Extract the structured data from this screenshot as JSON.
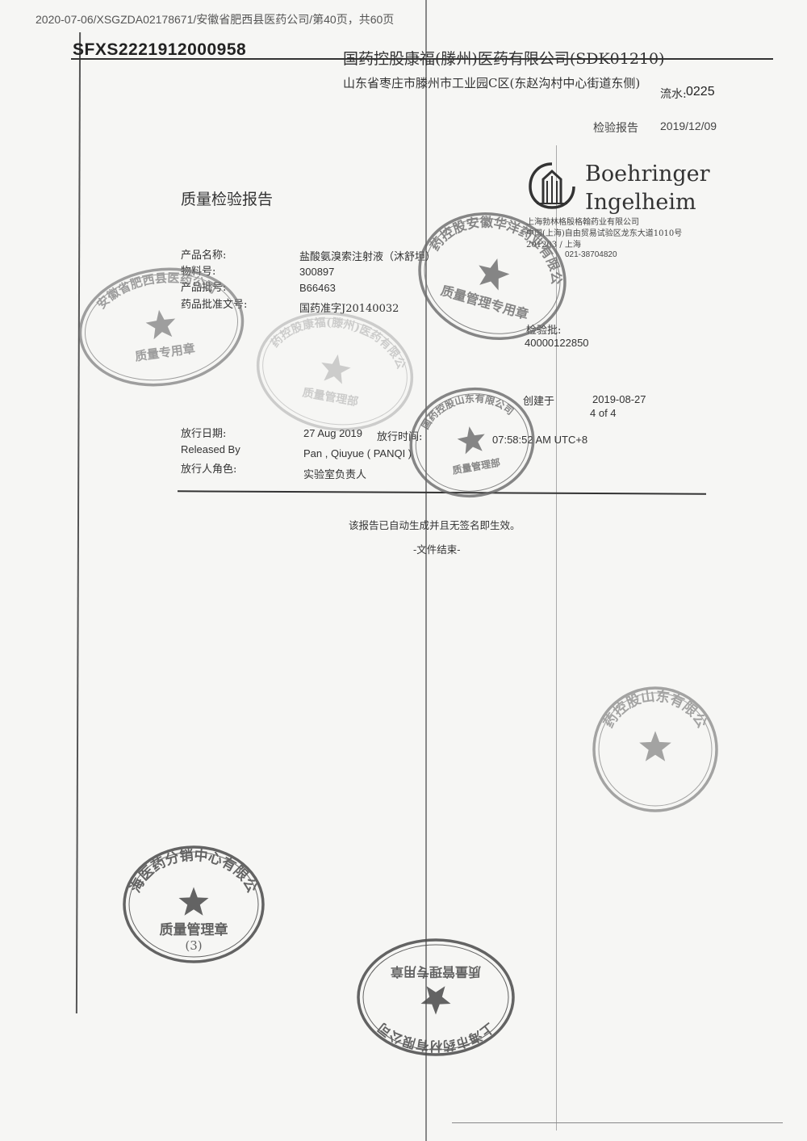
{
  "header": {
    "top_line": "2020-07-06/XSGZDA02178671/安徽省肥西县医药公司/第40页，共60页",
    "serial": "SFXS2221912000958",
    "company": "国药控股康福(滕州)医药有限公司(SDK01210)",
    "address": "山东省枣庄市滕州市工业园C区(东赵沟村中心街道东侧)",
    "serial_label": "流水:",
    "serial_no": "0225",
    "report_date_label": "检验报告",
    "report_date": "2019/12/09"
  },
  "logo": {
    "name_line1": "Boehringer",
    "name_line2": "Ingelheim",
    "company_cn": "上海勃林格殷格翰药业有限公司",
    "address_1": "中国(上海)自由贸易试验区龙东大道1010号",
    "postcode": "201203 / 上海",
    "phone": "021-38704820"
  },
  "report": {
    "title": "质量检验报告",
    "fields": [
      {
        "label": "产品名称:",
        "value": "盐酸氨溴索注射液（沐舒坦）"
      },
      {
        "label": "物料号:",
        "value": "300897"
      },
      {
        "label": "产品批号:",
        "value": "B66463"
      },
      {
        "label": "药品批准文号:",
        "value": "国药准字J20140032"
      }
    ],
    "inspection_lot_label": "检验批:",
    "inspection_lot": "40000122850",
    "created_label": "创建于",
    "created_date": "2019-08-27",
    "page_of": "4 of 4",
    "release_date_label": "放行日期:",
    "release_date": "27 Aug 2019",
    "release_time_label": "放行时间:",
    "release_time": "07:58:52 AM UTC+8",
    "released_by_label": "Released By",
    "released_by": "Pan , Qiuyue ( PANQI )",
    "role_label": "放行人角色:",
    "role": "实验室负责人"
  },
  "footer": {
    "notice": "该报告已自动生成并且无签名即生效。",
    "end": "-文件结束-"
  },
  "stamps": [
    {
      "id": "stamp-left",
      "outer_text": "安徽省肥西县医药公司",
      "inner_text": "质量专用章",
      "color": "#7a7a7a"
    },
    {
      "id": "stamp-center-left",
      "outer_text": "国药控股康福(滕州)医药有限公司",
      "inner_text": "质量管理部",
      "color": "#9a9a9a"
    },
    {
      "id": "stamp-right-top",
      "outer_text": "国药控股安徽华洋药业有限公司",
      "inner_text": "质量管理专用章",
      "color": "#6a6a6a"
    },
    {
      "id": "stamp-center",
      "outer_text": "国药控股山东有限公司",
      "inner_text": "质量管理部",
      "color": "#6a6a6a"
    },
    {
      "id": "stamp-right-mid",
      "outer_text": "国药控股山东有限公司",
      "inner_text": "",
      "color": "#777777"
    },
    {
      "id": "stamp-bottom-left",
      "outer_text": "上海医药分销中心有限公司",
      "inner_text": "质量管理章",
      "sub_text": "(3)",
      "color": "#4a4a4a"
    },
    {
      "id": "stamp-bottom-center",
      "outer_text": "上海市药材有限公司",
      "inner_text": "质量管理专用章",
      "color": "#4a4a4a"
    }
  ]
}
